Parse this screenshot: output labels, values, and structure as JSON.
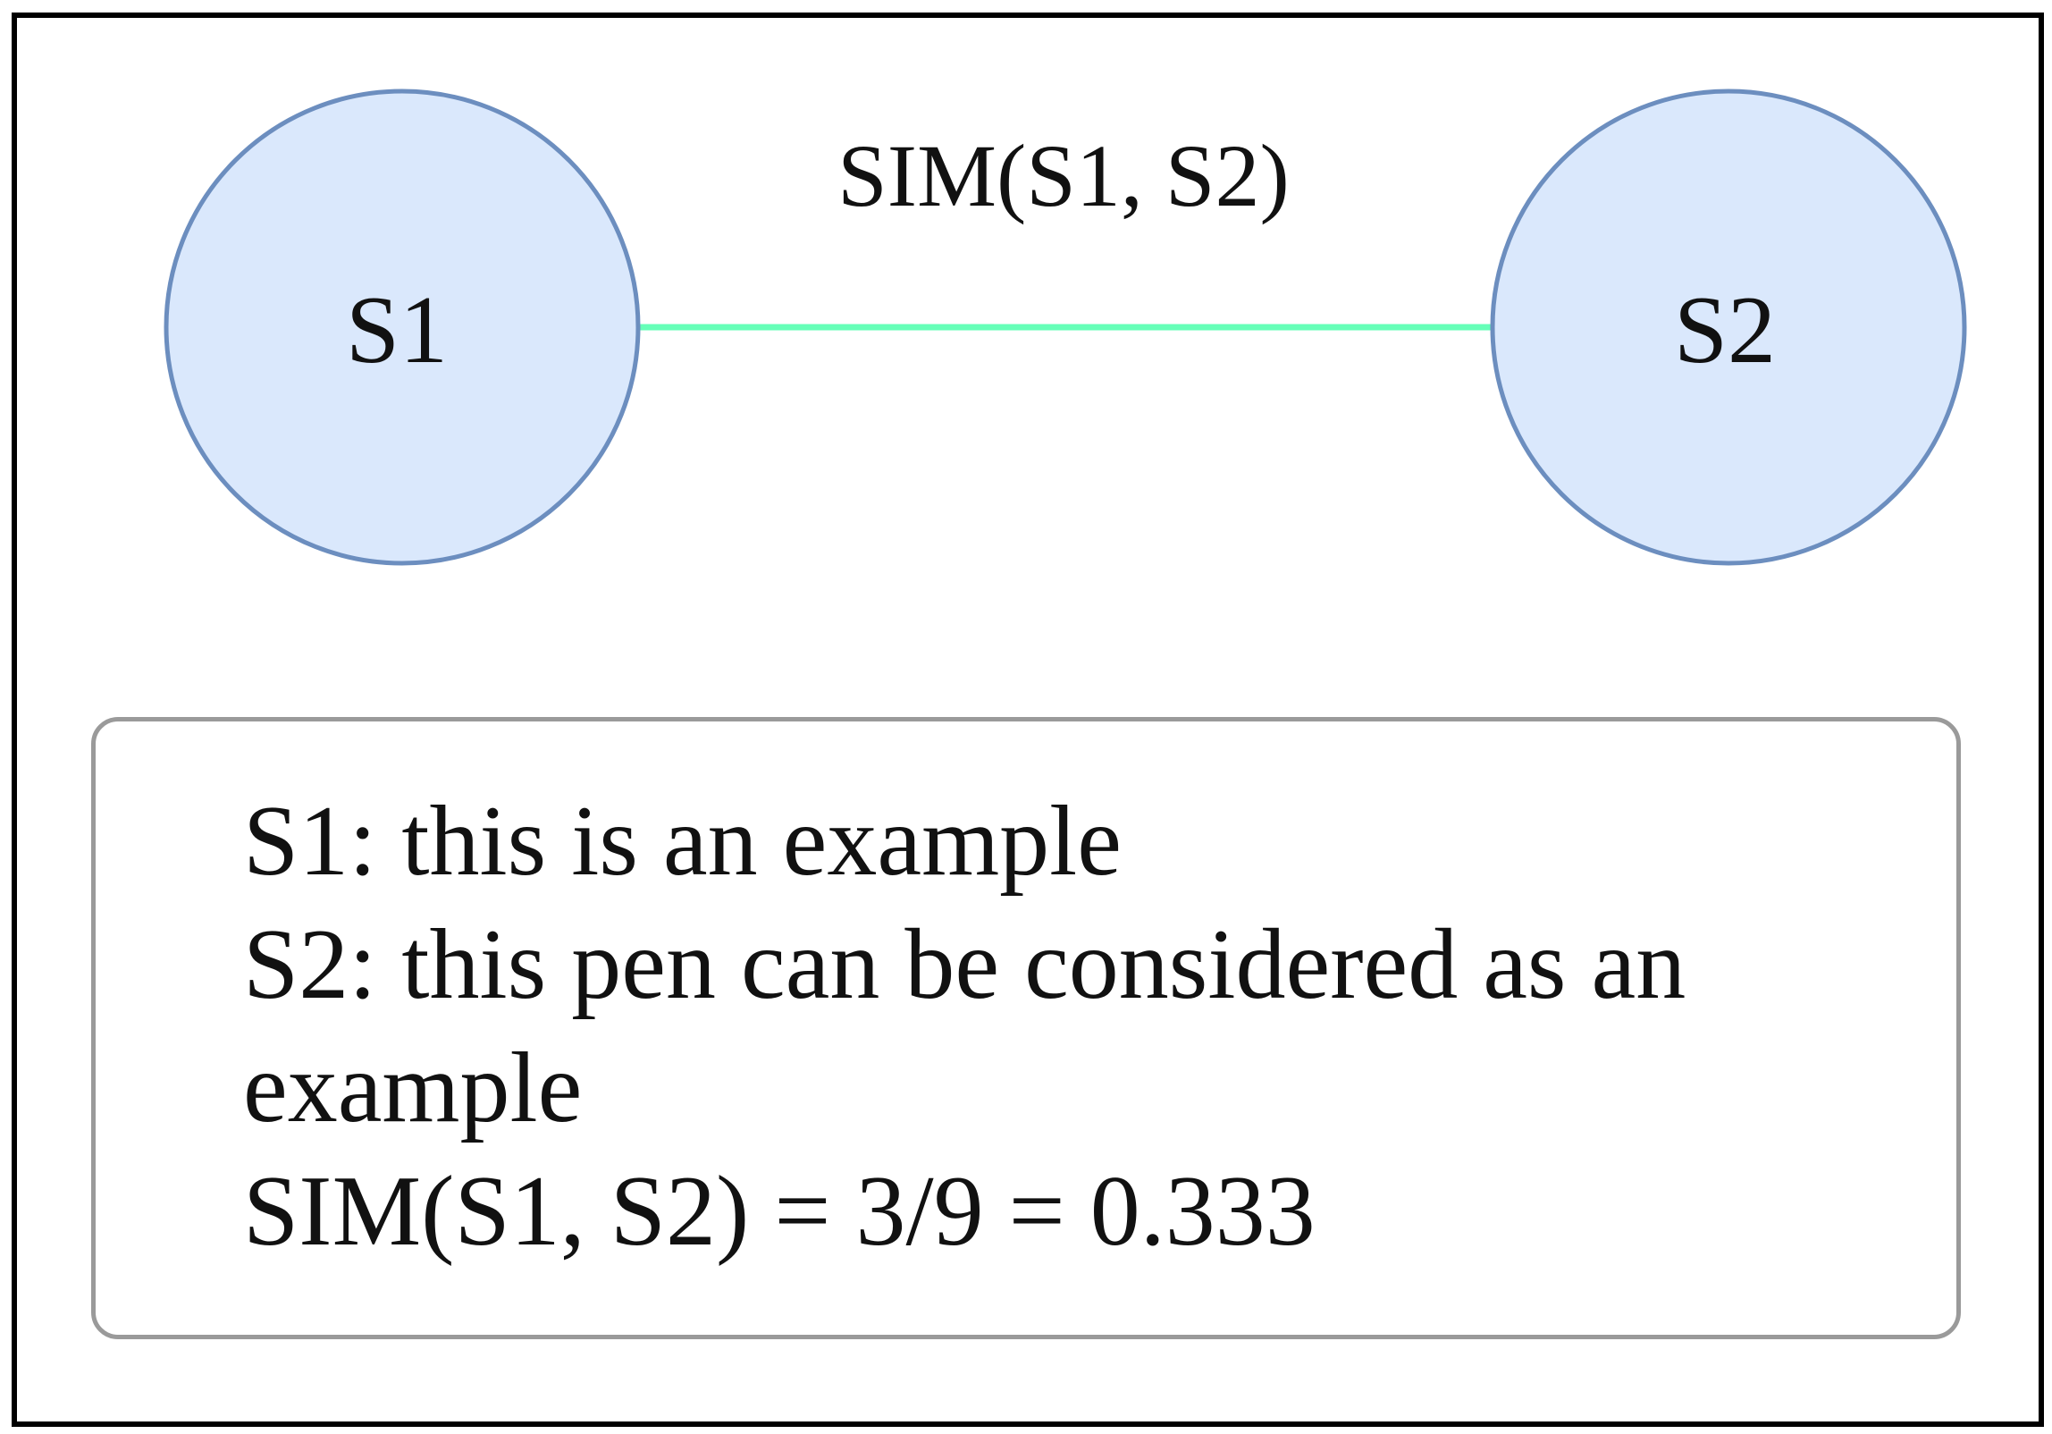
{
  "colors": {
    "node_fill": "#dae8fc",
    "node_stroke": "#6c8ebf",
    "edge": "#66ffb8",
    "box_border": "#9a9a9a",
    "frame": "#000000"
  },
  "nodes": [
    {
      "id": "s1",
      "label": "S1"
    },
    {
      "id": "s2",
      "label": "S2"
    }
  ],
  "edge": {
    "from": "s1",
    "to": "s2",
    "label": "SIM(S1, S2)"
  },
  "note": {
    "lines": [
      "S1: this is an example",
      "S2: this pen can be considered as an",
      "example",
      "SIM(S1, S2) = 3/9 = 0.333"
    ]
  }
}
